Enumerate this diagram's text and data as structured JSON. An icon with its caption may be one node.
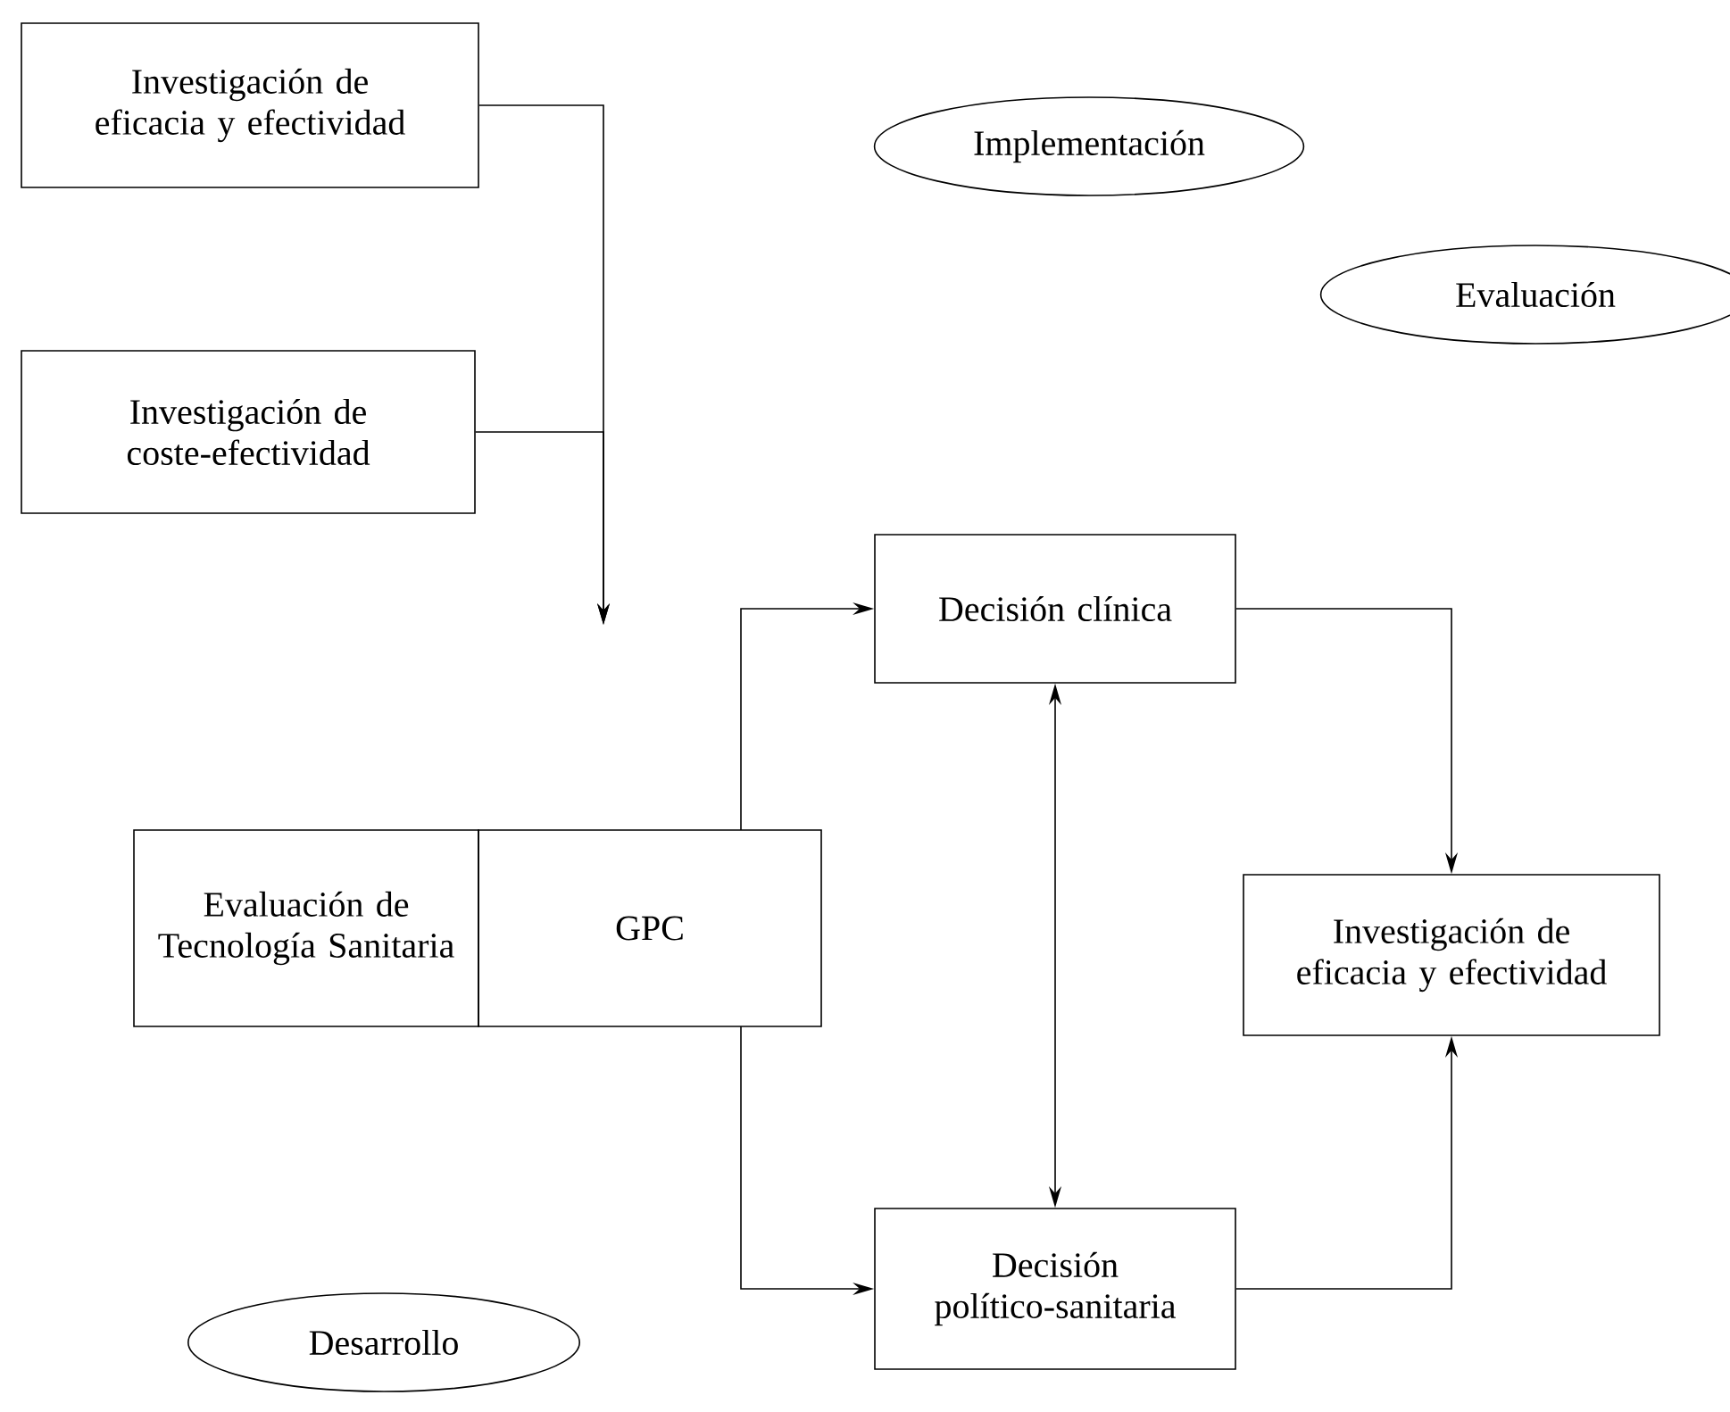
{
  "diagram": {
    "nodes": [
      {
        "text": [
          "Investigación de eficacia y efectividad"
        ]
      },
      {
        "text": [
          "Implementación"
        ]
      },
      {
        "text": [
          "Evaluación"
        ]
      },
      {
        "text": [
          "Investigación de coste-efectividad"
        ]
      },
      {
        "text": [
          "Decisión clínica"
        ]
      },
      {
        "text": [
          "Evaluación de Tecnología Sanitaria"
        ]
      },
      {
        "text": [
          "GPC"
        ]
      },
      {
        "text": [
          "Investigación de eficacia y efectividad"
        ]
      },
      {
        "text": [
          "Decisión político-sanitaria"
        ]
      },
      {
        "text": [
          "Desarrollo"
        ]
      }
    ],
    "edges": [
      {
        "from": 0,
        "to": null,
        "arrow": "to"
      },
      {
        "from": 3,
        "to": null,
        "arrow": "to"
      },
      {
        "from": 6,
        "to": 4,
        "arrow": "to"
      },
      {
        "from": 6,
        "to": 8,
        "arrow": "to"
      },
      {
        "from": 4,
        "to": 8,
        "arrow": "both"
      },
      {
        "from": 4,
        "to": 7,
        "arrow": "to"
      },
      {
        "from": 8,
        "to": 7,
        "arrow": "to"
      }
    ]
  }
}
